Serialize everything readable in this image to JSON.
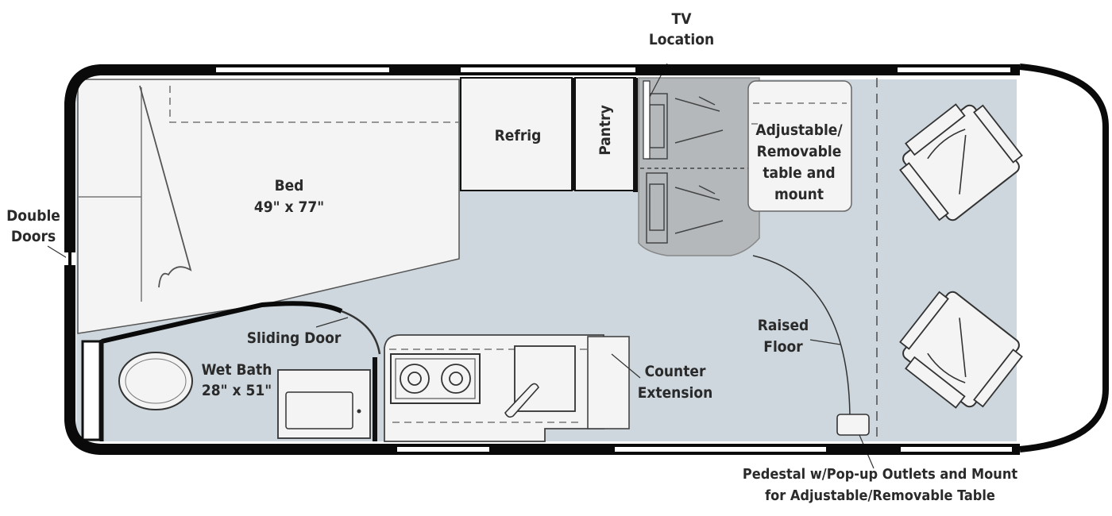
{
  "floorplan": {
    "colors": {
      "floor": "#cdd7dd",
      "fixture": "#f4f4f4",
      "seat": "#b4b8bb",
      "wall": "#0a0a0a",
      "window": "#ffffff",
      "text": "#2a2a2a"
    },
    "labels": {
      "tv_line1": "TV",
      "tv_line2": "Location",
      "refrig": "Refrig",
      "pantry": "Pantry",
      "bed_name": "Bed",
      "bed_size": "49\" x 77\"",
      "double_doors_1": "Double",
      "double_doors_2": "Doors",
      "table_1": "Adjustable/",
      "table_2": "Removable",
      "table_3": "table and",
      "table_4": "mount",
      "sliding_door": "Sliding Door",
      "wet_bath_1": "Wet Bath",
      "wet_bath_2": "28\" x 51\"",
      "counter_1": "Counter",
      "counter_2": "Extension",
      "raised_1": "Raised",
      "raised_2": "Floor",
      "pedestal_1": "Pedestal w/Pop-up Outlets and Mount",
      "pedestal_2": "for Adjustable/Removable Table"
    }
  }
}
